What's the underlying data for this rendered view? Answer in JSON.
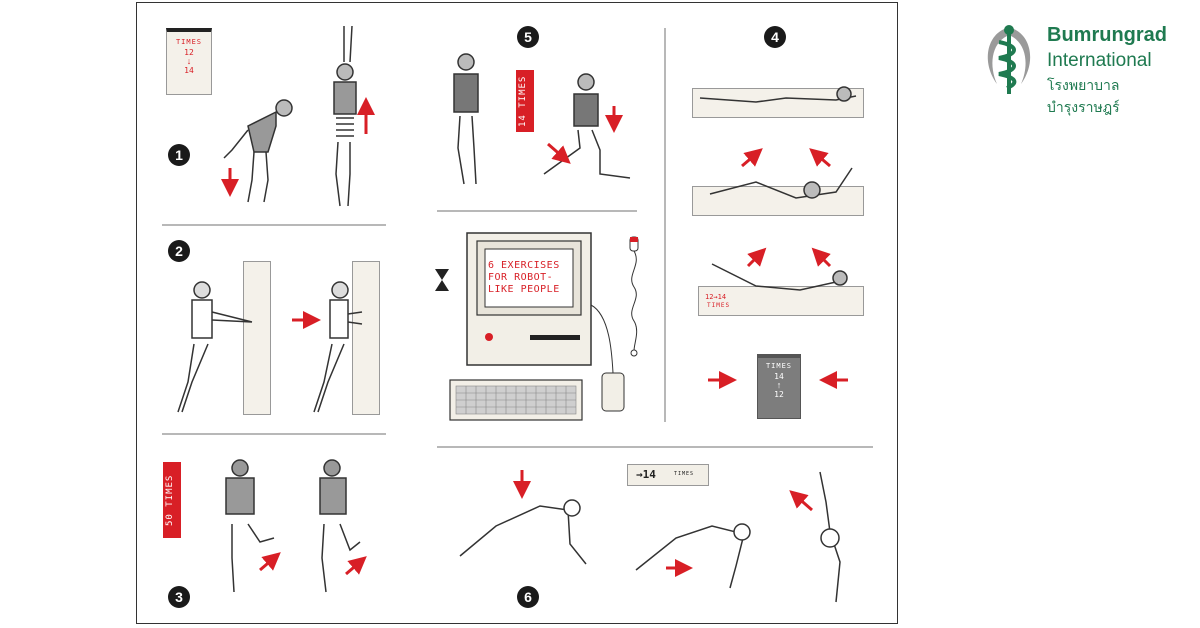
{
  "logo": {
    "brand": "Bumrungrad",
    "sub": "International",
    "thai": "โรงพยาบาลบำรุงราษฎร์",
    "color": "#1f7a50"
  },
  "poster": {
    "screen_line1": "6 EXERCISES",
    "screen_line2": "FOR ROBOT-",
    "screen_line3": "LIKE PEOPLE",
    "steps": [
      "1",
      "2",
      "3",
      "4",
      "5",
      "6"
    ],
    "card1": {
      "label": "TIMES",
      "top": "12",
      "arrow": "↓",
      "bottom": "14"
    },
    "card4": {
      "label": "TIMES",
      "top": "14",
      "arrow": "↑",
      "bottom": "12"
    },
    "tag3": "50 TIMES",
    "tag5": "14 TIMES",
    "tag4_small": "12→14",
    "tag4_small2": "TIMES",
    "tag6_num": "→14",
    "tag6_word": "TIMES",
    "accent": "#d81f26"
  }
}
